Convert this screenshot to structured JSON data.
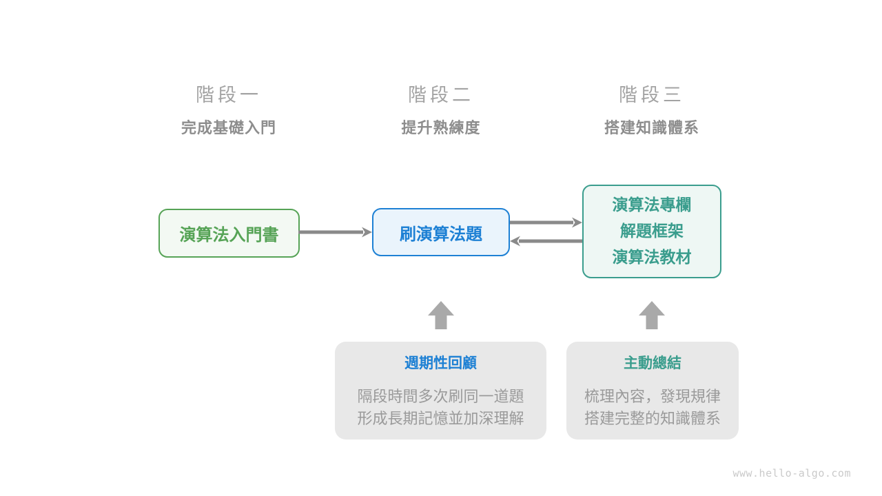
{
  "stages": [
    {
      "label": "階段一",
      "subtitle": "完成基礎入門"
    },
    {
      "label": "階段二",
      "subtitle": "提升熟練度"
    },
    {
      "label": "階段三",
      "subtitle": "搭建知識體系"
    }
  ],
  "boxes": {
    "box1": {
      "label": "演算法入門書"
    },
    "box2": {
      "label": "刷演算法題"
    },
    "box3": {
      "lines": [
        "演算法專欄",
        "解題框架",
        "演算法教材"
      ]
    }
  },
  "notes": [
    {
      "title": "週期性回顧",
      "lines": [
        "隔段時間多次刷同一道題",
        "形成長期記憶並加深理解"
      ]
    },
    {
      "title": "主動總結",
      "lines": [
        "梳理內容，發現規律",
        "搭建完整的知識體系"
      ]
    }
  ],
  "watermark": "www.hello-algo.com",
  "colors": {
    "green": "#56a356",
    "green-bg": "#f3f9f3",
    "blue": "#1d80d4",
    "blue-bg": "#eaf4fc",
    "teal": "#3a9d8d",
    "teal-bg": "#eef7f4",
    "arrow": "#8a8a8a",
    "block-arrow": "#a9a9a9",
    "note-bg": "#e8e8e8",
    "note-text": "#9a9a9a",
    "stage-label": "#a3a3a3",
    "stage-subtitle": "#8d8d8d",
    "watermark": "#cacaca"
  }
}
